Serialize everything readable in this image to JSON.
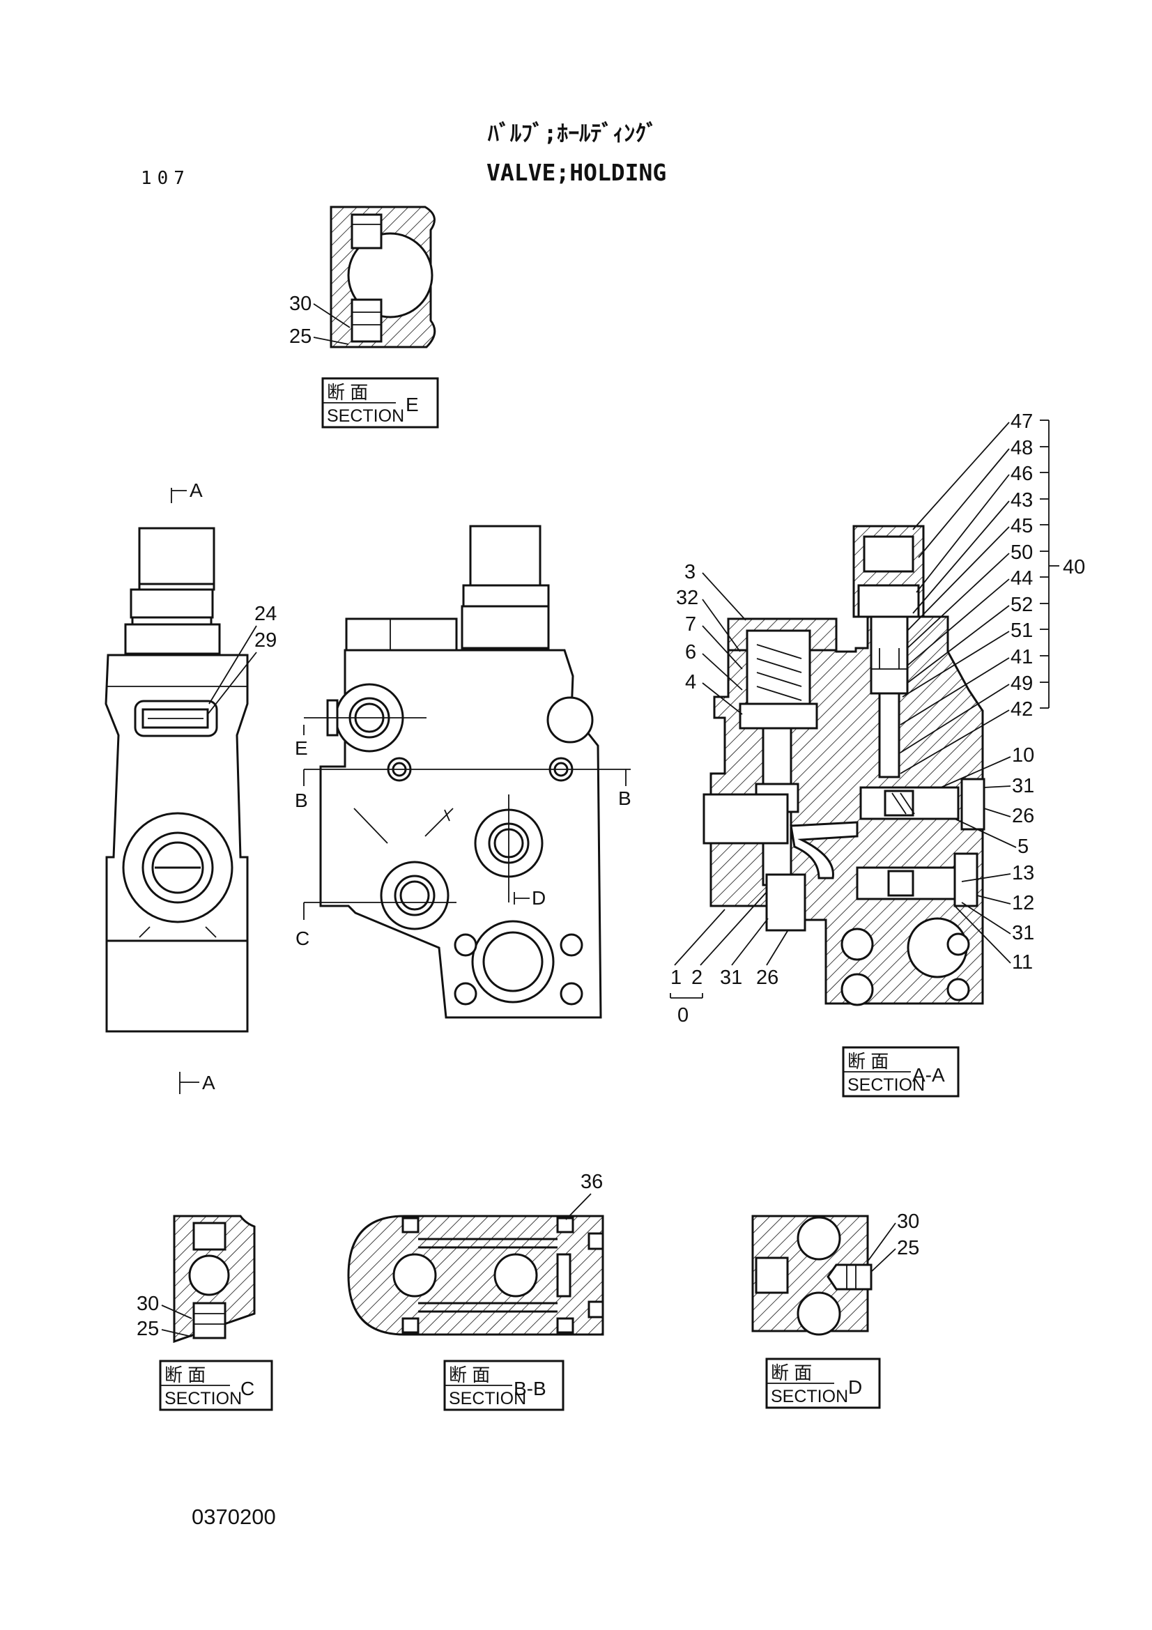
{
  "header": {
    "title_jp": "ﾊﾞﾙﾌﾞ;ﾎｰﾙﾃﾞｨﾝｸﾞ",
    "title_en": "VALVE;HOLDING",
    "page_number": "107"
  },
  "footer": {
    "drawing_number": "0370200"
  },
  "section_tag": {
    "kanji": "断 面",
    "section_word": "SECTION"
  },
  "sections": {
    "e": {
      "letter": "E",
      "callouts": [
        "30",
        "25"
      ]
    },
    "aa": {
      "letter": "A-A"
    },
    "c": {
      "letter": "C",
      "callouts": [
        "30",
        "25"
      ]
    },
    "bb": {
      "letter": "B-B",
      "callouts": [
        "36"
      ]
    },
    "d": {
      "letter": "D",
      "callouts": [
        "30",
        "25"
      ]
    }
  },
  "side_view": {
    "cut_mark": "A",
    "callouts": [
      "24",
      "29"
    ]
  },
  "front_view": {
    "cut_marks": [
      "E",
      "B",
      "B",
      "C",
      "D"
    ]
  },
  "section_aa": {
    "left_callouts": [
      "3",
      "32",
      "7",
      "6",
      "4"
    ],
    "right_group": [
      "47",
      "48",
      "46",
      "43",
      "45",
      "50",
      "44",
      "52",
      "51",
      "41",
      "49",
      "42"
    ],
    "group_label": "40",
    "right_callouts": [
      "10",
      "31",
      "26",
      "5",
      "13",
      "12",
      "31",
      "11"
    ],
    "bottom_callouts": [
      "1",
      "2",
      "31",
      "26"
    ],
    "bottom_group_label": "0"
  }
}
